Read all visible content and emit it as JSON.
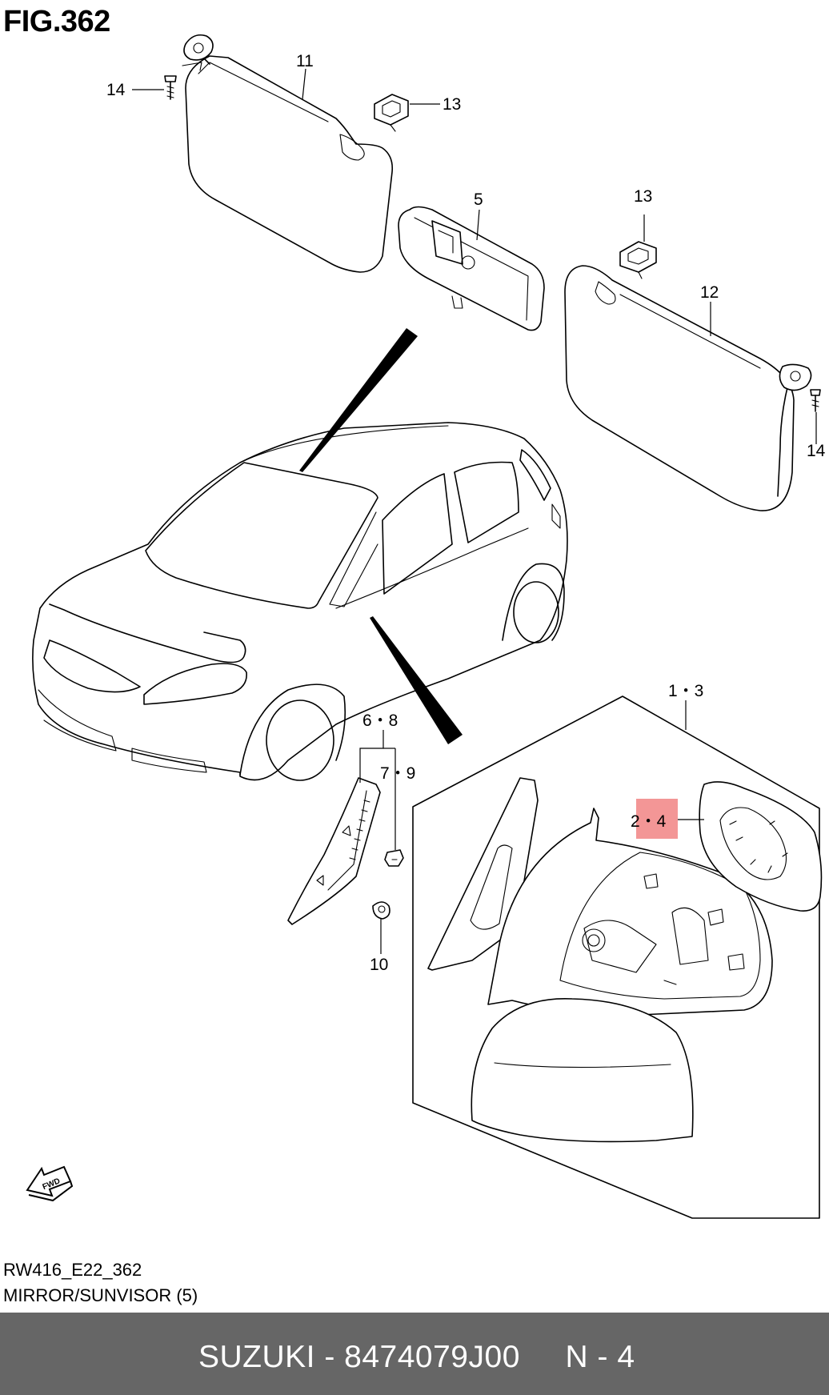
{
  "figure": {
    "title": "FIG.362",
    "ref_code": "RW416_E22_362",
    "caption": "MIRROR/SUNVISOR (5)"
  },
  "callouts": {
    "c1_3": "1・3",
    "c2_4": "2・4",
    "c5": "5",
    "c6_8": "6・8",
    "c7_9": "7・9",
    "c10": "10",
    "c11": "11",
    "c12": "12",
    "c13a": "13",
    "c13b": "13",
    "c14a": "14",
    "c14b": "14"
  },
  "fwd_label": "FWD",
  "highlight_color": "#f28b8b",
  "footer": {
    "text": "SUZUKI - 8474079J00     N - 4",
    "background": "#666666"
  }
}
